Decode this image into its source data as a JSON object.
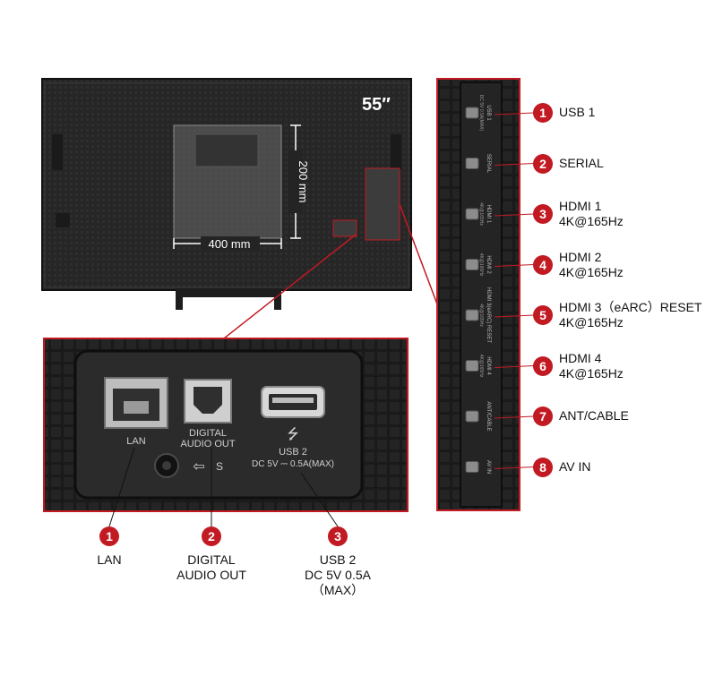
{
  "tv": {
    "size_label": "55″",
    "vesa_width": "400 mm",
    "vesa_height": "200 mm"
  },
  "side_panel": {
    "ports": [
      {
        "number": "1",
        "line1": "USB 1",
        "line2": "",
        "panel_text": "USB 1",
        "panel_sub": "DC 5V 0.5A(MAX)"
      },
      {
        "number": "2",
        "line1": "SERIAL",
        "line2": "",
        "panel_text": "SERIAL",
        "panel_sub": ""
      },
      {
        "number": "3",
        "line1": "HDMI 1",
        "line2": "4K@165Hz",
        "panel_text": "HDMI 1",
        "panel_sub": "4K@165Hz"
      },
      {
        "number": "4",
        "line1": "HDMI 2",
        "line2": "4K@165Hz",
        "panel_text": "HDMI 2",
        "panel_sub": "4K@165Hz"
      },
      {
        "number": "5",
        "line1": "HDMI 3（eARC）RESET",
        "line2": "4K@165Hz",
        "panel_text": "HDMI 3(eARC) RESET",
        "panel_sub": "4K@165Hz"
      },
      {
        "number": "6",
        "line1": "HDMI 4",
        "line2": "4K@165Hz",
        "panel_text": "HDMI 4",
        "panel_sub": "4K@165Hz"
      },
      {
        "number": "7",
        "line1": "ANT/CABLE",
        "line2": "",
        "panel_text": "ANT/CABLE",
        "panel_sub": ""
      },
      {
        "number": "8",
        "line1": "AV IN",
        "line2": "",
        "panel_text": "AV IN",
        "panel_sub": ""
      }
    ]
  },
  "bottom_panel": {
    "lan_text": "LAN",
    "digital_text_1": "DIGITAL",
    "digital_text_2": "AUDIO OUT",
    "usb_text": "USB 2",
    "usb_sub": "DC 5V ⎓ 0.5A(MAX)",
    "s_text": "S",
    "callouts": [
      {
        "number": "1",
        "lines": [
          "LAN"
        ]
      },
      {
        "number": "2",
        "lines": [
          "DIGITAL",
          "AUDIO OUT"
        ]
      },
      {
        "number": "3",
        "lines": [
          "USB 2",
          "DC 5V 0.5A",
          "（MAX）"
        ]
      }
    ]
  },
  "colors": {
    "accent": "#c21a23",
    "panel_dark": "#1b1b1b",
    "panel_mid": "#2a2a2a",
    "tv_back": "#242424"
  }
}
